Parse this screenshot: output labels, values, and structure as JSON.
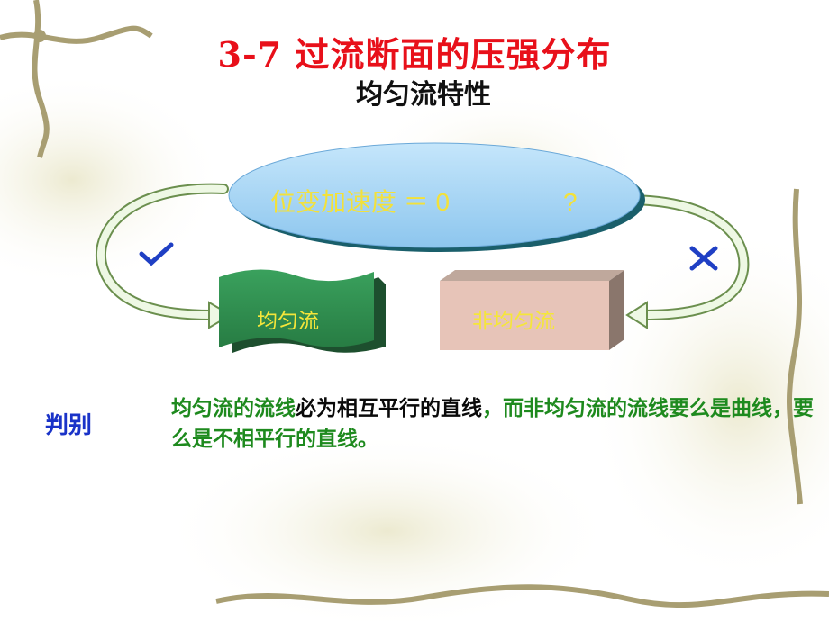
{
  "slide": {
    "title": "3-7  过流断面的压强分布",
    "subtitle": "均匀流特性"
  },
  "diagram": {
    "ellipse_text": "位变加速度 ＝ 0",
    "question_mark": "?",
    "left_box_label": "均匀流",
    "right_box_label": "非均匀流",
    "check_symbol": "check-icon",
    "cross_symbol": "cross-icon"
  },
  "judgement": {
    "label": "判别",
    "part1": "均匀流的流线",
    "part2": "必为相互平行的直线",
    "part3": "，而非均匀流的流线要么是曲线，要么是不相平行的直线。"
  },
  "colors": {
    "title": "#e8101a",
    "ellipse_fill": "#a9d7f5",
    "ellipse_text": "#f3e13a",
    "green_box": "#2f8f4e",
    "pink_box": "#e7c4b8",
    "box_text_yellow": "#f5e63a",
    "judge_label": "#1a33c8",
    "statement_green": "#1e8a1e"
  }
}
